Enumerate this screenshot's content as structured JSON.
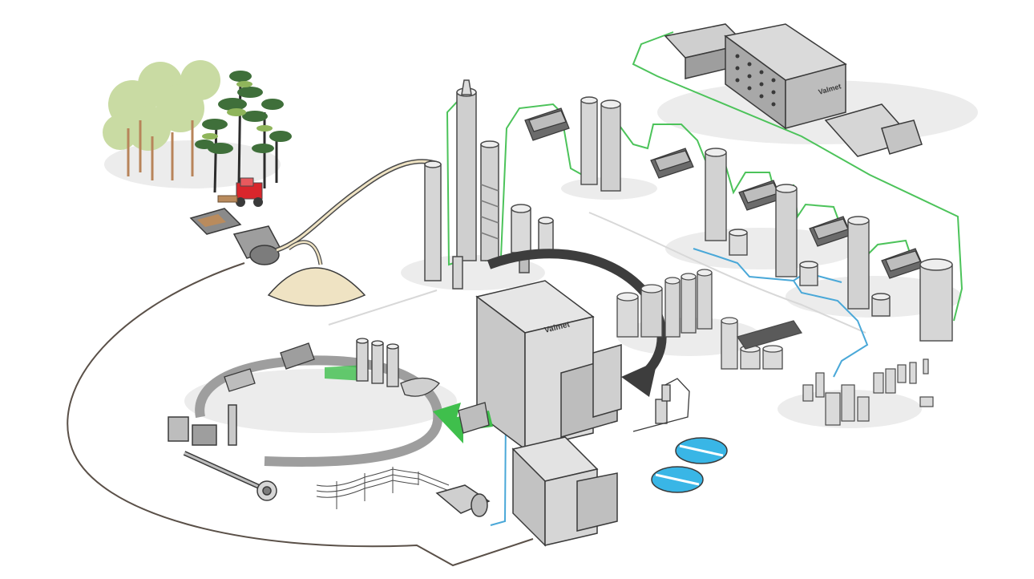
{
  "logos": {
    "main_building": "Valmet",
    "paper_machine_hall": "Valmet"
  },
  "colors": {
    "background": "#ffffff",
    "shadow": "#e6e6e6",
    "equipment_light": "#dcdcdc",
    "equipment_mid": "#bdbdbd",
    "equipment_dark": "#8a8a8a",
    "outline": "#4a4a4a",
    "fiber_line_green": "#4cc35a",
    "water_line_blue": "#4aa8d8",
    "ground_line": "#5a5048",
    "cycle_arrow": "#3d3d3d",
    "recovery_loop": "#9e9e9e",
    "green_arrow": "#3fbf4c",
    "woodchip_pile": "#efe3c3",
    "forest_light": "#c9dba3",
    "forest_dark": "#3f6f3a",
    "harvester": "#d9262c",
    "clarifier_water": "#39b6e6"
  },
  "icons": [
    "forest",
    "harvester",
    "wood-chipper",
    "chip-pile",
    "digester-tower",
    "recovery-boiler",
    "clarifier",
    "paper-machine",
    "power-line",
    "turbine"
  ]
}
